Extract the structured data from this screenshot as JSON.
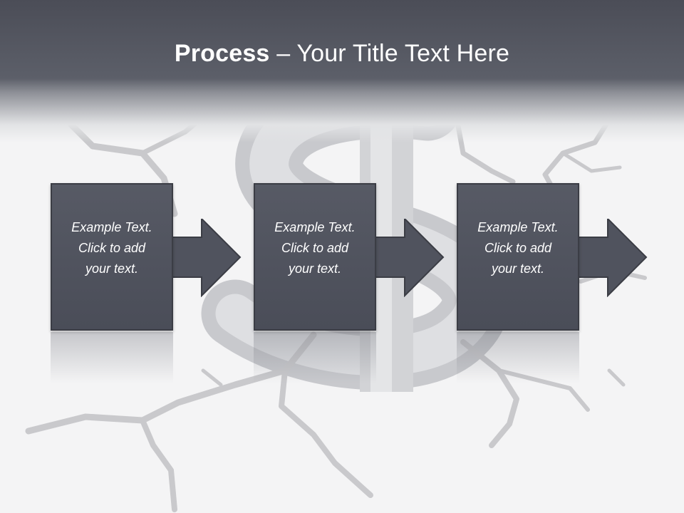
{
  "slide": {
    "title_bold": "Process",
    "title_rest": " – Your Title Text Here"
  },
  "steps": [
    {
      "text": "Example Text.\nClick  to add\nyour text."
    },
    {
      "text": "Example Text.\nClick  to add\nyour text."
    },
    {
      "text": "Example Text.\nClick  to add\nyour text."
    }
  ],
  "colors": {
    "header": "#4b4d57",
    "box": "#50535e",
    "box_border": "#3b3d45",
    "crack": "#c9c9cc"
  },
  "icons": {
    "background": "cracked-dollar-sign",
    "step_connector": "right-arrow-icon"
  }
}
